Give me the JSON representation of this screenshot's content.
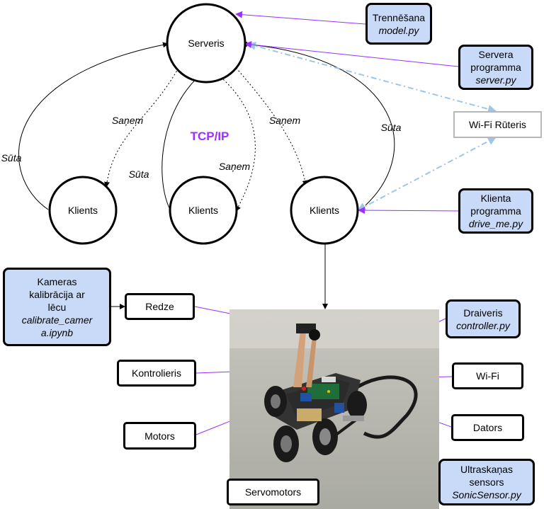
{
  "colors": {
    "accent_purple": "#9b30ff",
    "box_blue": "#c9daf8",
    "wifi_link": "#9fc5e8",
    "router_border": "#b7b7b7"
  },
  "nodes": {
    "server": "Serveris",
    "client_left": "Klients",
    "client_middle": "Klients",
    "client_right": "Klients"
  },
  "edge_labels": {
    "suta_outer_left": "Sūta",
    "sanem_left": "Saņem",
    "suta_middle": "Sūta",
    "protocol": "TCP/IP",
    "sanem_middle": "Saņem",
    "sanem_right": "Saņem",
    "suta_outer_right": "Sūta"
  },
  "boxes": {
    "training": {
      "line1": "Trennēšana",
      "line2": "model.py"
    },
    "server_program": {
      "line1": "Servera",
      "line2": "programma",
      "line3": "server.py"
    },
    "router": "Wi-Fi Rūteris",
    "client_program": {
      "line1": "Klienta",
      "line2": "programma",
      "line3": "drive_me.py"
    },
    "camera_calibration": {
      "line1": "Kameras",
      "line2": "kalibrācija ar",
      "line3": "lēcu",
      "line4": "calibrate_camer",
      "line5": "a.ipynb"
    },
    "vision": "Redze",
    "controller": "Kontrolieris",
    "motors": "Motors",
    "servomotor": "Servomotors",
    "driver": {
      "line1": "Draiveris",
      "line2": "controller.py"
    },
    "wifi": "Wi-Fi",
    "computer": "Dators",
    "ultrasonic": {
      "line1": "Ultraskaņas",
      "line2": "sensors",
      "line3": "SonicSensor.py"
    }
  }
}
